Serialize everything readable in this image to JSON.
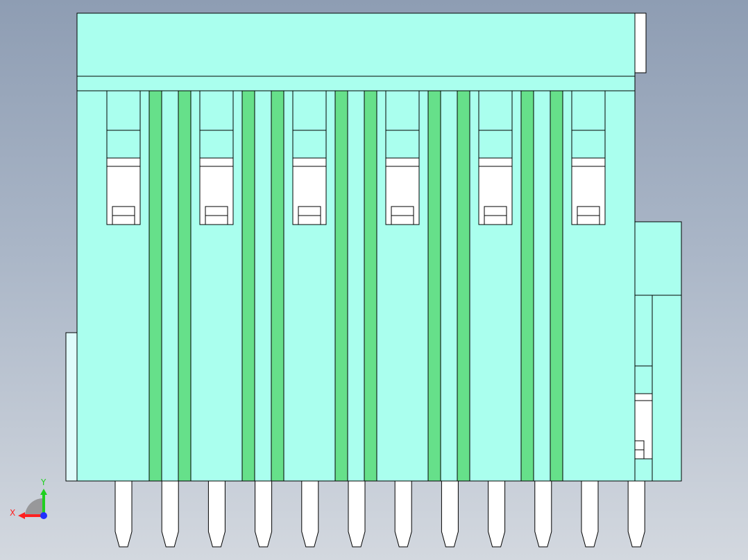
{
  "viewport": {
    "model": "connector-housing-side-view",
    "colors": {
      "background_top": "#8e9db3",
      "background_bottom": "#d3d8df",
      "housing": "#aaffee",
      "housing_light": "#dffbfb",
      "rib": "#66e08a",
      "pin": "#ffffff",
      "latch_window": "#ffffff",
      "outline": "#000000"
    },
    "pin_count": 12,
    "rib_pair_count": 5,
    "latch_slot_count": 6
  },
  "triad": {
    "x_label": "X",
    "y_label": "Y",
    "x_color": "#ff2020",
    "y_color": "#20d020",
    "z_color": "#2030ff"
  }
}
